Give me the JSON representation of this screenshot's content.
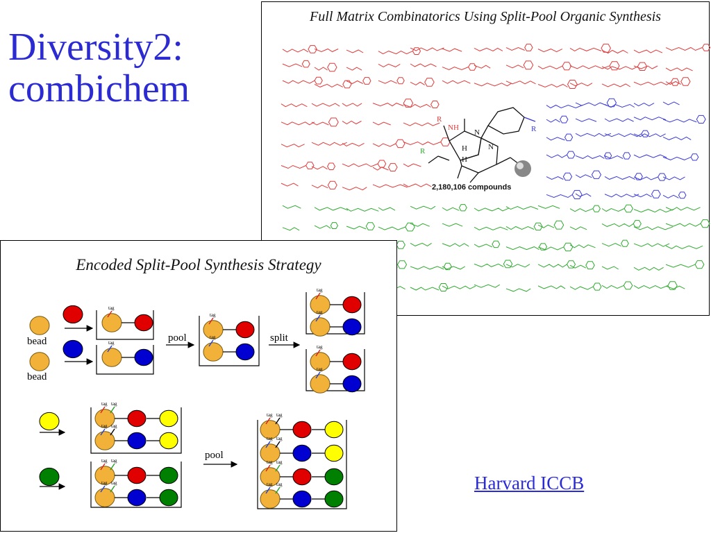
{
  "slide": {
    "title_line1": "Diversity2:",
    "title_line2": "combichem",
    "link": "Harvard ICCB"
  },
  "matrix_panel": {
    "title": "Full Matrix Combinatorics Using Split-Pool Organic Synthesis",
    "compound_count": "2,180,106 compounds",
    "core_labels": {
      "r1": "R",
      "nh": "NH",
      "h1": "H",
      "n": "N",
      "r2": "R",
      "h2": "H",
      "nh2": "N",
      "r3": "R"
    },
    "colors": {
      "red": "#e03a3a",
      "blue": "#3a3ad8",
      "green": "#2faa2f"
    }
  },
  "encoded_panel": {
    "title": "Encoded Split-Pool Synthesis Strategy",
    "labels": {
      "bead": "bead",
      "pool": "pool",
      "split": "split",
      "tag": "tag"
    },
    "colors": {
      "bead": "#f2b23a",
      "red": "#e00000",
      "blue": "#0000d0",
      "yellow": "#ffff00",
      "green": "#008000",
      "tag_red": "#d82020",
      "tag_blue": "#2040d8",
      "tag_green": "#20a020"
    }
  }
}
